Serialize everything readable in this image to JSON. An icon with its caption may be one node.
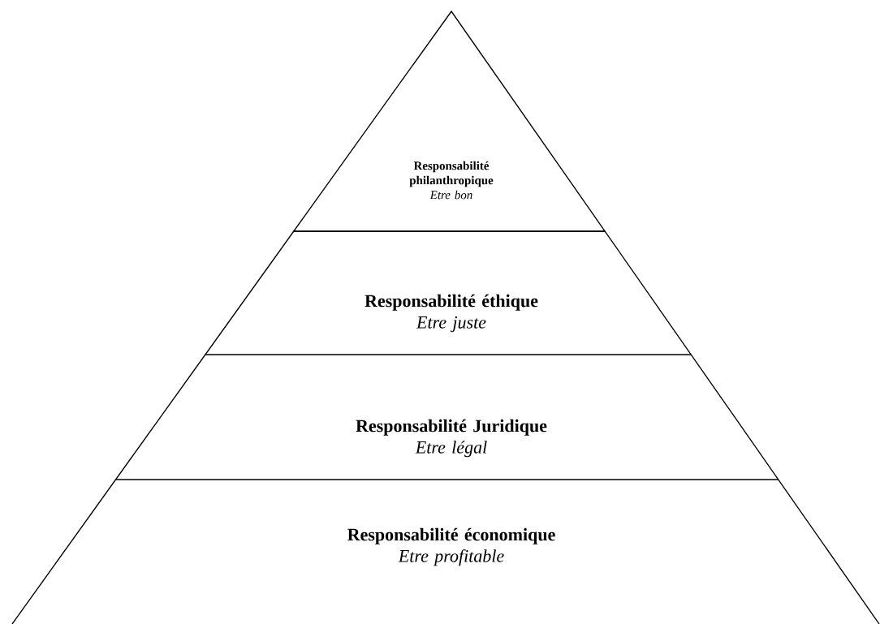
{
  "diagram": {
    "nodes": [
      {
        "text": [
          "Responsabilité philanthropique",
          "Etre bon"
        ]
      },
      {
        "text": [
          "Responsabilité éthique",
          "Etre juste"
        ]
      },
      {
        "text": [
          "Responsabilité Juridique",
          "Etre légal"
        ]
      },
      {
        "text": [
          "Responsabilité économique",
          "Etre profitable"
        ]
      }
    ]
  }
}
